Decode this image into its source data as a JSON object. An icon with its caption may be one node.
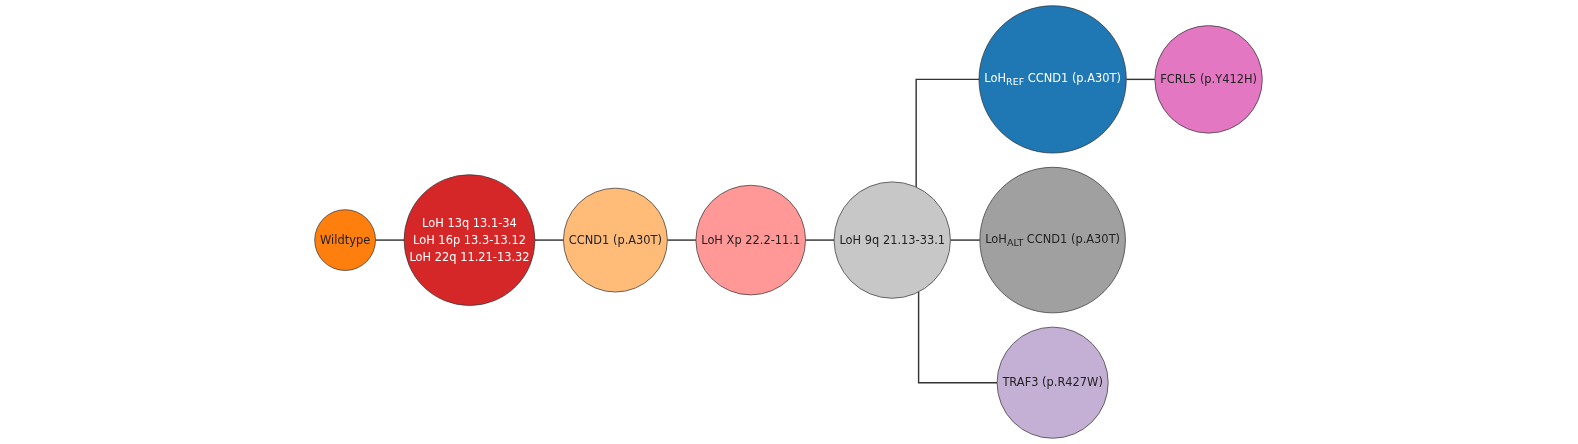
{
  "diagram": {
    "nodes": [
      {
        "text": [
          "Wildtype"
        ]
      },
      {
        "text": [
          "LoH 13q 13.1-34",
          "LoH 16p 13.3-13.12",
          "LoH 22q 11.21-13.32"
        ]
      },
      {
        "text": [
          "CCND1 (p.A30T)"
        ]
      },
      {
        "text": [
          "LoH Xp 22.2-11.1"
        ]
      },
      {
        "text": [
          "LoH 9q 21.13-33.1"
        ]
      },
      {
        "text": [
          "LoH$_{REF}$ CCND1 (p.A30T)"
        ]
      },
      {
        "text": [
          "FCRL5 (p.Y412H)"
        ]
      },
      {
        "text": [
          "LoH$_{ALT}$ CCND1 (p.A30T)"
        ]
      },
      {
        "text": [
          "TRAF3 (p.R427W)"
        ]
      }
    ],
    "edges": [
      {
        "from": 0,
        "to": 1,
        "arrow": "none"
      },
      {
        "from": 1,
        "to": 2,
        "arrow": "none"
      },
      {
        "from": 2,
        "to": 3,
        "arrow": "none"
      },
      {
        "from": 3,
        "to": 4,
        "arrow": "none"
      },
      {
        "from": 4,
        "to": 5,
        "arrow": "none"
      },
      {
        "from": 5,
        "to": 6,
        "arrow": "none"
      },
      {
        "from": 4,
        "to": 7,
        "arrow": "none"
      },
      {
        "from": 4,
        "to": 8,
        "arrow": "none"
      }
    ]
  }
}
